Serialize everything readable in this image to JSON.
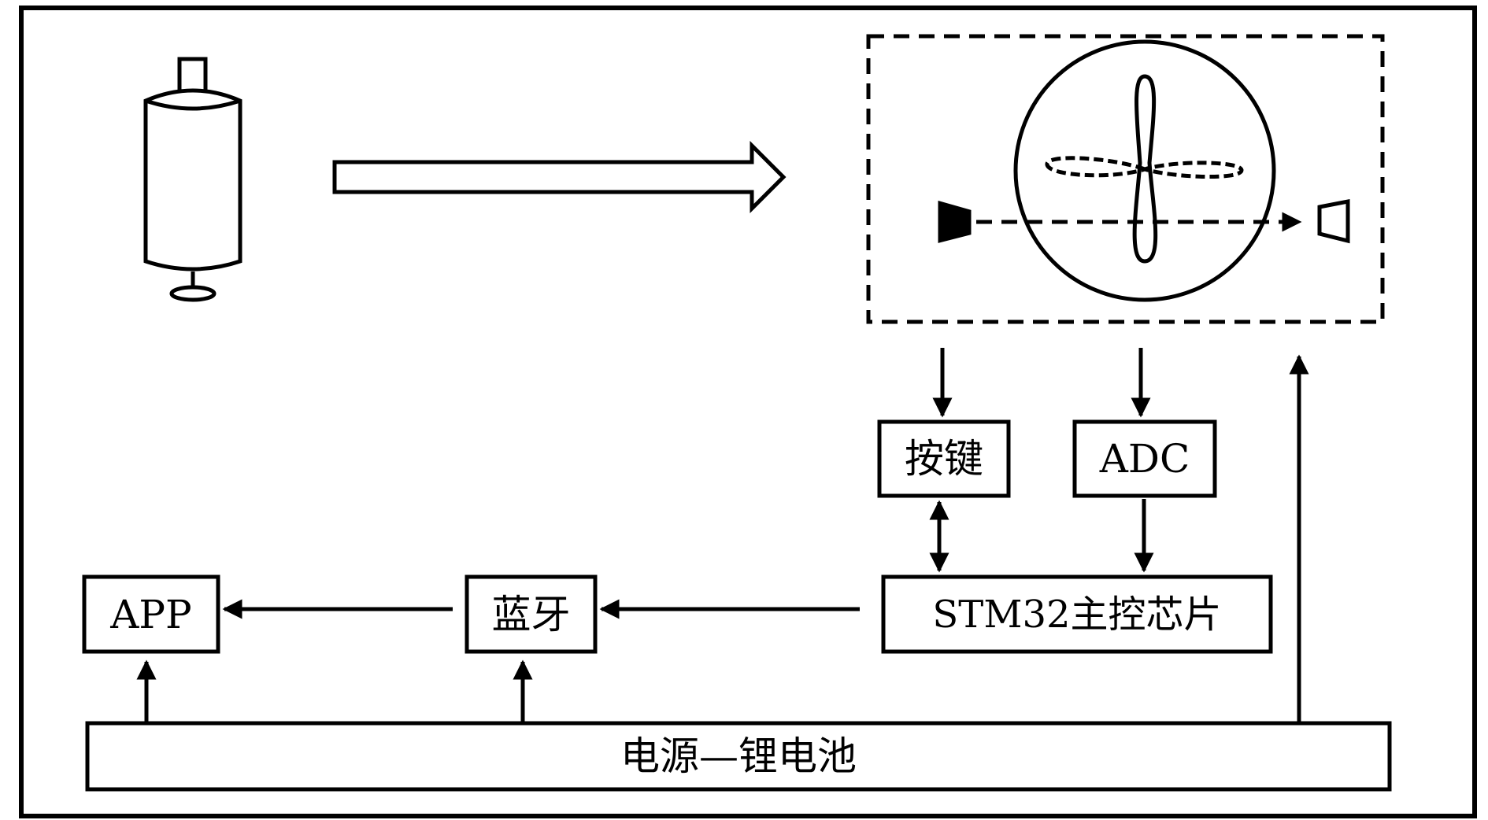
{
  "blocks": {
    "key": "按键",
    "adc": "ADC",
    "mcu": "STM32主控芯片",
    "bluetooth": "蓝牙",
    "app": "APP",
    "power": "电源—锂电池"
  },
  "colors": {
    "stroke": "#000000",
    "background": "#ffffff"
  }
}
